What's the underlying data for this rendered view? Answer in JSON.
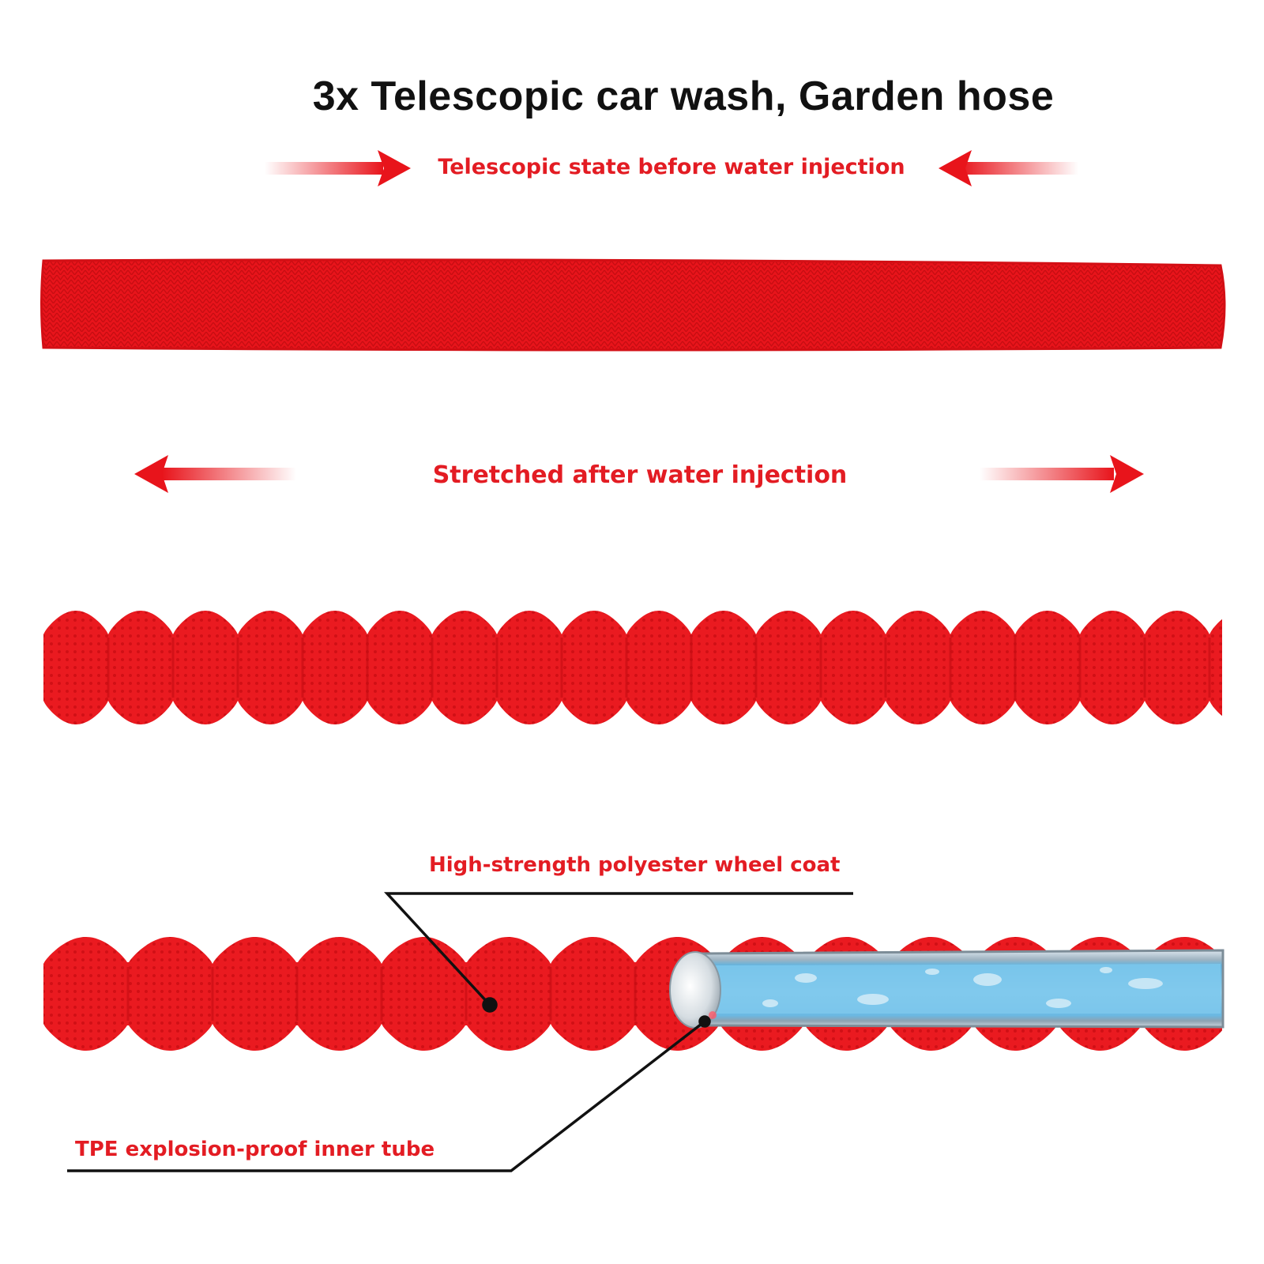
{
  "title": "3x Telescopic car wash, Garden hose",
  "labels": {
    "telescopic_state": "Telescopic state before water injection",
    "stretched": "Stretched after water injection",
    "outer_coat": "High-strength polyester wheel coat",
    "inner_tube": "TPE explosion-proof inner tube"
  },
  "colors": {
    "hose_red": "#e8141b",
    "label_red": "#e31c23",
    "tube_blue": "#7cc3e6",
    "leader_line": "#111111"
  },
  "icons": {
    "arrow_right": "arrow-right-icon",
    "arrow_left": "arrow-left-icon"
  }
}
